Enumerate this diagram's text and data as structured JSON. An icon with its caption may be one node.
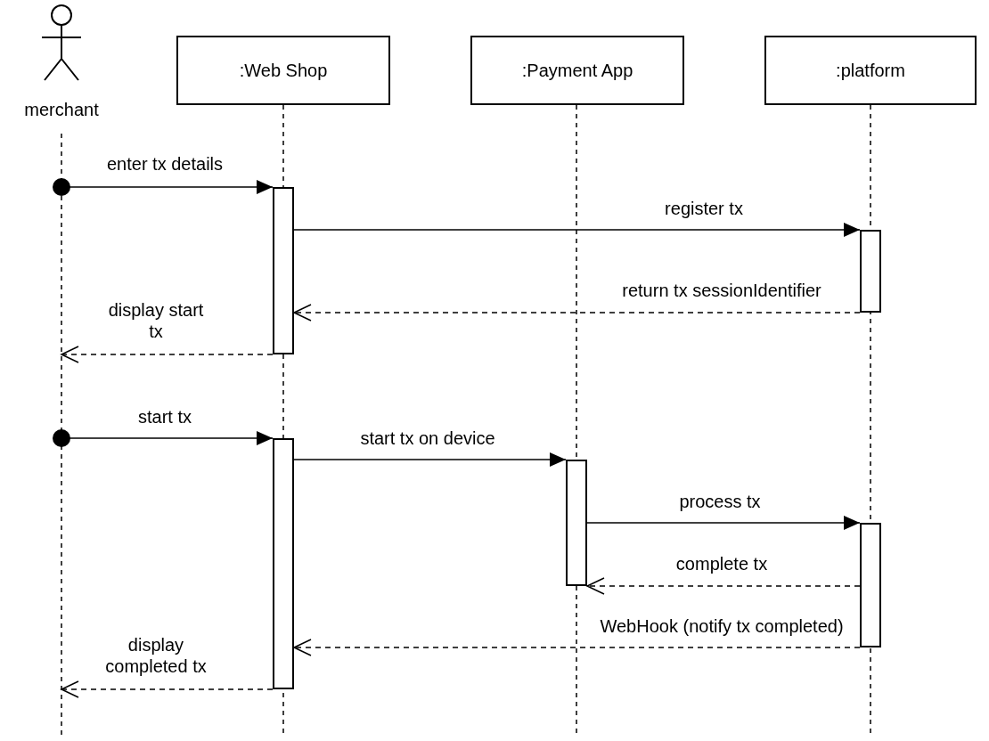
{
  "diagram": {
    "nodes": [
      {
        "text": [
          "merchant"
        ]
      },
      {
        "text": [
          ":Web Shop"
        ]
      },
      {
        "text": [
          ":Payment App"
        ]
      },
      {
        "text": [
          ":platform"
        ]
      },
      {
        "text": [],
        "shape": "bar"
      },
      {
        "text": [],
        "shape": "bar"
      },
      {
        "text": [],
        "shape": "bar"
      },
      {
        "text": [],
        "shape": "bar"
      },
      {
        "text": [],
        "shape": "bar"
      }
    ],
    "edges": [
      {
        "from": 0,
        "to": 4,
        "arrow": "to",
        "label": "enter tx details"
      },
      {
        "from": 4,
        "to": 5,
        "arrow": "to",
        "label": "register tx"
      },
      {
        "from": 5,
        "to": 4,
        "arrow": "to",
        "label": "return tx sessionIdentifier",
        "style": "dashed"
      },
      {
        "from": 4,
        "to": 0,
        "arrow": "to",
        "label": "display start tx",
        "style": "dashed"
      },
      {
        "from": 0,
        "to": 6,
        "arrow": "to",
        "label": "start tx"
      },
      {
        "from": 6,
        "to": 7,
        "arrow": "to",
        "label": "start tx on device"
      },
      {
        "from": 7,
        "to": 8,
        "arrow": "to",
        "label": "process tx"
      },
      {
        "from": 8,
        "to": 7,
        "arrow": "to",
        "label": "complete tx",
        "style": "dashed"
      },
      {
        "from": 8,
        "to": 6,
        "arrow": "to",
        "label": "WebHook (notify tx completed)",
        "style": "dashed"
      },
      {
        "from": 6,
        "to": 0,
        "arrow": "to",
        "label": "display completed tx",
        "style": "dashed"
      }
    ]
  }
}
